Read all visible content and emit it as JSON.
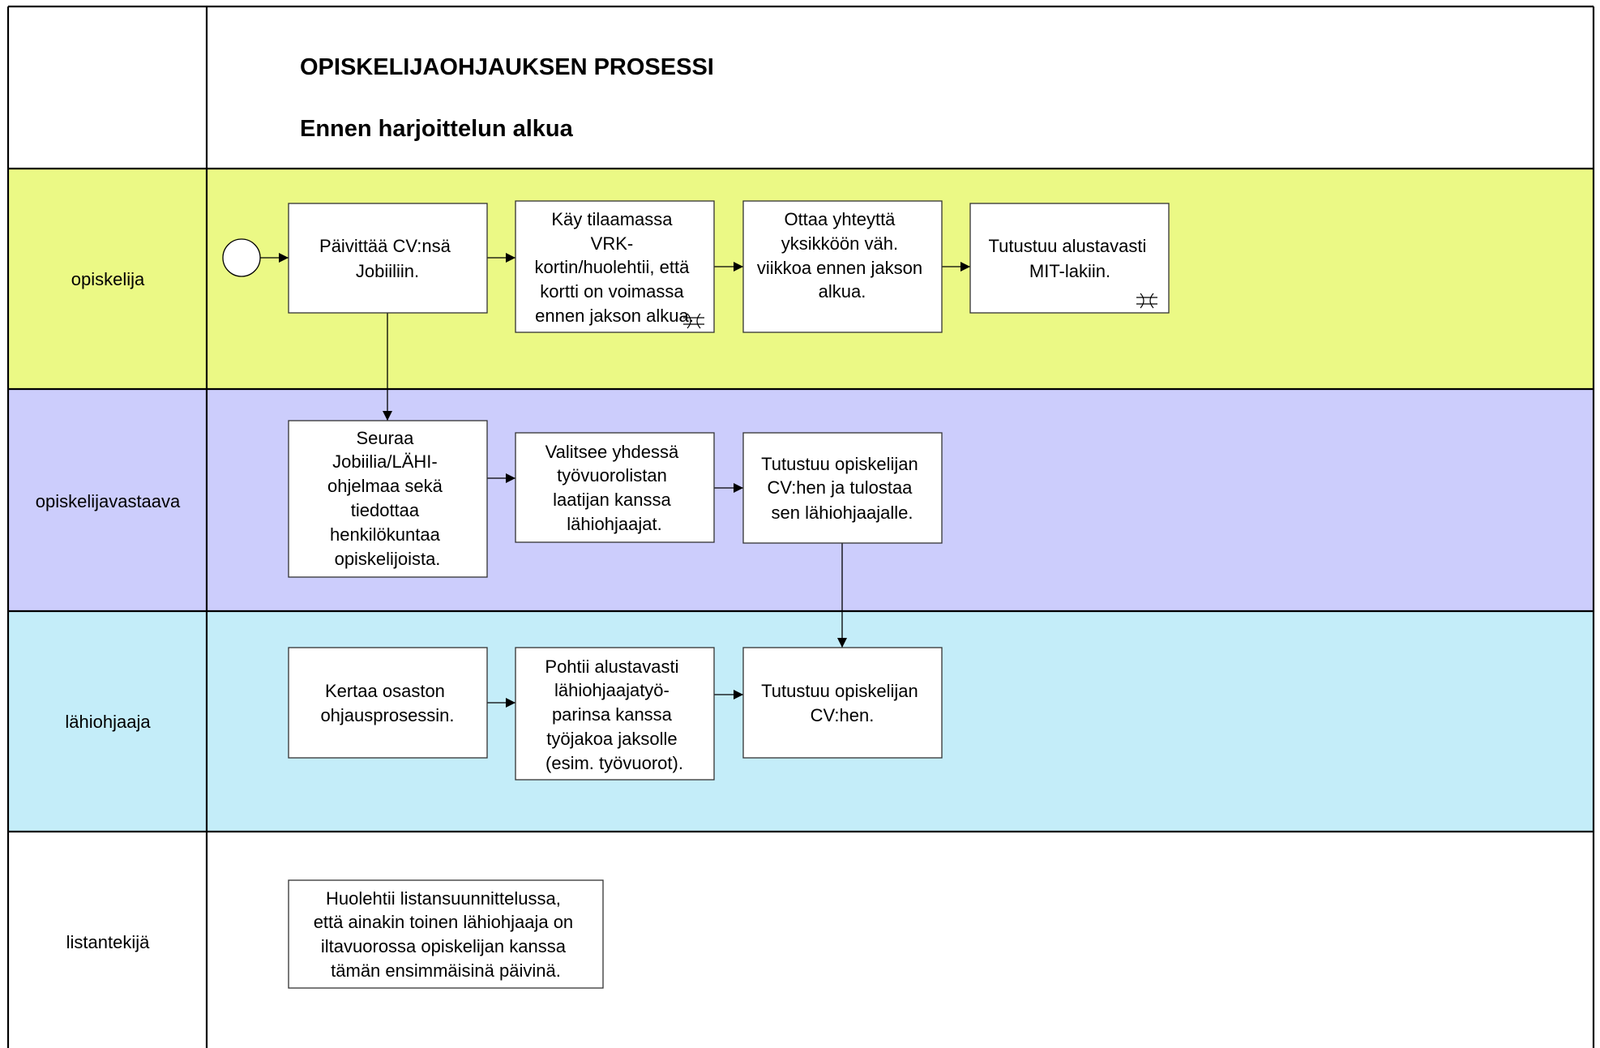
{
  "title": "OPISKELIJAOHJAUKSEN PROSESSI",
  "subtitle": "Ennen harjoittelun alkua",
  "colors": {
    "lane_opiskelija": "#ebf985",
    "lane_opiskelijavastaava": "#cccdfc",
    "lane_lahiohjaaja": "#c4edf9",
    "lane_listantekija": "#ffffff"
  },
  "lanes": [
    {
      "id": "opiskelija",
      "label": "opiskelija"
    },
    {
      "id": "opiskelijavastaava",
      "label": "opiskelijavastaava"
    },
    {
      "id": "lahiohjaaja",
      "label": "lähiohjaaja"
    },
    {
      "id": "listantekija",
      "label": "listantekijä"
    }
  ],
  "tasks": [
    {
      "id": "t1",
      "lane": "opiskelija",
      "lines": [
        "Päivittää CV:nsä",
        "Jobiiliin."
      ]
    },
    {
      "id": "t2",
      "lane": "opiskelija",
      "lines": [
        "Käy tilaamassa",
        "VRK-",
        "kortin/huolehtii, että",
        "kortti on voimassa",
        "ennen jakson alkua."
      ],
      "icon": "loop-marker-icon"
    },
    {
      "id": "t3",
      "lane": "opiskelija",
      "lines": [
        "Ottaa yhteyttä",
        "yksikköön väh.",
        "viikkoa ennen jakson",
        "alkua."
      ]
    },
    {
      "id": "t4",
      "lane": "opiskelija",
      "lines": [
        "Tutustuu alustavasti",
        "MIT-lakiin."
      ],
      "icon": "loop-marker-icon"
    },
    {
      "id": "t5",
      "lane": "opiskelijavastaava",
      "lines": [
        "Seuraa",
        "Jobiilia/LÄHI-",
        "ohjelmaa sekä",
        "tiedottaa",
        "henkilökuntaa",
        "opiskelijoista."
      ]
    },
    {
      "id": "t6",
      "lane": "opiskelijavastaava",
      "lines": [
        "Valitsee yhdessä",
        "työvuorolistan",
        "laatijan kanssa",
        "lähiohjaajat."
      ]
    },
    {
      "id": "t7",
      "lane": "opiskelijavastaava",
      "lines": [
        "Tutustuu opiskelijan",
        "CV:hen ja tulostaa",
        "sen lähiohjaajalle."
      ]
    },
    {
      "id": "t8",
      "lane": "lahiohjaaja",
      "lines": [
        "Kertaa osaston",
        "ohjausprosessin."
      ]
    },
    {
      "id": "t9",
      "lane": "lahiohjaaja",
      "lines": [
        "Pohtii alustavasti",
        "lähiohjaajatyö-",
        "parinsa kanssa",
        "työjakoa jaksolle",
        "(esim. työvuorot)."
      ]
    },
    {
      "id": "t10",
      "lane": "lahiohjaaja",
      "lines": [
        "Tutustuu opiskelijan",
        "CV:hen."
      ]
    },
    {
      "id": "t11",
      "lane": "listantekija",
      "lines": [
        "Huolehtii listansuunnittelussa,",
        "että ainakin toinen lähiohjaaja on",
        "iltavuorossa opiskelijan kanssa",
        "tämän ensimmäisinä päivinä."
      ]
    }
  ],
  "start_event": {
    "lane": "opiskelija",
    "shape": "circle"
  },
  "flows": [
    {
      "from": "start",
      "to": "t1"
    },
    {
      "from": "t1",
      "to": "t2"
    },
    {
      "from": "t2",
      "to": "t3"
    },
    {
      "from": "t3",
      "to": "t4"
    },
    {
      "from": "t1",
      "to": "t5"
    },
    {
      "from": "t5",
      "to": "t6"
    },
    {
      "from": "t6",
      "to": "t7"
    },
    {
      "from": "t7",
      "to": "t10"
    },
    {
      "from": "t8",
      "to": "t9"
    },
    {
      "from": "t9",
      "to": "t10"
    }
  ]
}
